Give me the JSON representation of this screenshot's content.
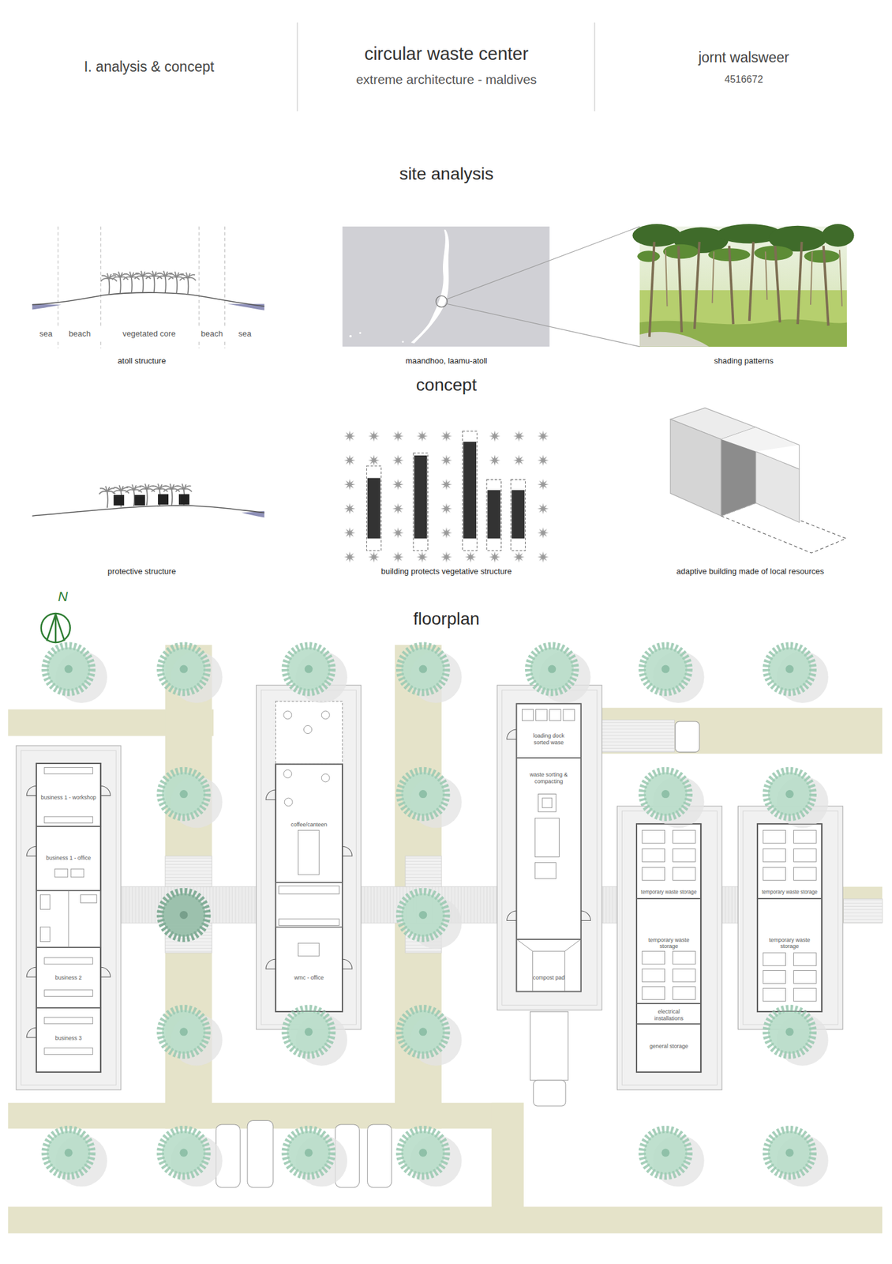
{
  "diagram": {
    "title": "circular waste center",
    "nodes": [
      {
        "text": [
          "business 1 - workshop"
        ]
      },
      {
        "text": [
          "business 1 - office"
        ]
      },
      {
        "text": [
          "business 2"
        ]
      },
      {
        "text": [
          "business 3"
        ]
      },
      {
        "text": [
          "coffee/canteen"
        ]
      },
      {
        "text": [
          "wmc - office"
        ]
      },
      {
        "text": [
          "loading dock sorted wase"
        ]
      },
      {
        "text": [
          "waste sorting & compacting"
        ]
      },
      {
        "text": [
          "compost pad"
        ]
      },
      {
        "text": [
          "temporary waste storage"
        ]
      },
      {
        "text": [
          "temporary waste storage"
        ]
      },
      {
        "text": [
          "electrical installations"
        ]
      },
      {
        "text": [
          "general storage"
        ]
      },
      {
        "text": [
          "temporary waste storage"
        ]
      },
      {
        "text": [
          "temporary waste storage"
        ]
      }
    ],
    "labels": [
      "I. analysis & concept",
      "extreme architecture - maldives",
      "jornt walsweer",
      "4516672",
      "site analysis",
      "sea",
      "beach",
      "vegetated core",
      "beach",
      "sea",
      "atoll structure",
      "maandhoo, laamu-atoll",
      "shading patterns",
      "concept",
      "protective structure",
      "building protects vegetative structure",
      "adaptive building made of local resources",
      "N",
      "floorplan"
    ]
  }
}
